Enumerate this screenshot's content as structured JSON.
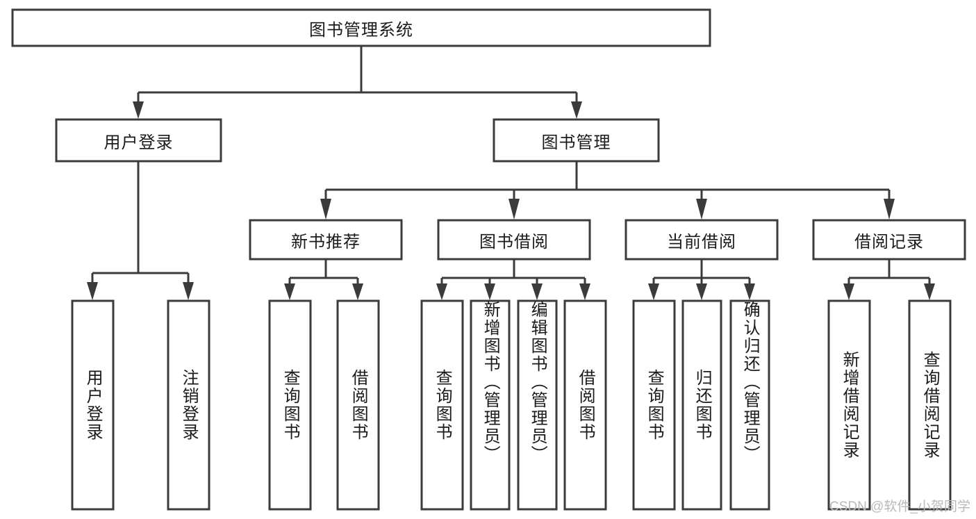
{
  "diagram": {
    "type": "tree",
    "title": "图书管理系统",
    "root": {
      "id": "root",
      "label": "图书管理系统",
      "orientation": "horizontal"
    },
    "level1": [
      {
        "id": "user-login",
        "label": "用户登录",
        "orientation": "horizontal"
      },
      {
        "id": "book-manage",
        "label": "图书管理",
        "orientation": "horizontal"
      }
    ],
    "level2": [
      {
        "id": "new-book-recommend",
        "label": "新书推荐",
        "orientation": "horizontal",
        "parent": "book-manage"
      },
      {
        "id": "book-borrow",
        "label": "图书借阅",
        "orientation": "horizontal",
        "parent": "book-manage"
      },
      {
        "id": "current-borrow",
        "label": "当前借阅",
        "orientation": "horizontal",
        "parent": "book-manage"
      },
      {
        "id": "borrow-record",
        "label": "借阅记录",
        "orientation": "horizontal",
        "parent": "book-manage"
      }
    ],
    "leaves": [
      {
        "id": "leaf-user-login",
        "label": "用户登录",
        "orientation": "vertical",
        "parent": "user-login"
      },
      {
        "id": "leaf-logout-login",
        "label": "注销登录",
        "orientation": "vertical",
        "parent": "user-login"
      },
      {
        "id": "leaf-query-book-1",
        "label": "查询图书",
        "orientation": "vertical",
        "parent": "new-book-recommend"
      },
      {
        "id": "leaf-borrow-book-1",
        "label": "借阅图书",
        "orientation": "vertical",
        "parent": "new-book-recommend"
      },
      {
        "id": "leaf-query-book-2",
        "label": "查询图书",
        "orientation": "vertical",
        "parent": "book-borrow"
      },
      {
        "id": "leaf-add-book",
        "label": "新增图书（管理员）",
        "orientation": "vertical",
        "parent": "book-borrow"
      },
      {
        "id": "leaf-edit-book",
        "label": "编辑图书（管理员）",
        "orientation": "vertical",
        "parent": "book-borrow"
      },
      {
        "id": "leaf-borrow-book-2",
        "label": "借阅图书",
        "orientation": "vertical",
        "parent": "book-borrow"
      },
      {
        "id": "leaf-query-book-3",
        "label": "查询图书",
        "orientation": "vertical",
        "parent": "current-borrow"
      },
      {
        "id": "leaf-return-book",
        "label": "归还图书",
        "orientation": "vertical",
        "parent": "current-borrow"
      },
      {
        "id": "leaf-confirm-return",
        "label": "确认归还（管理员）",
        "orientation": "vertical",
        "parent": "current-borrow"
      },
      {
        "id": "leaf-add-record",
        "label": "新增借阅记录",
        "orientation": "vertical",
        "parent": "borrow-record"
      },
      {
        "id": "leaf-query-record",
        "label": "查询借阅记录",
        "orientation": "vertical",
        "parent": "borrow-record"
      }
    ],
    "colors": {
      "stroke": "#3b3b3b",
      "fill": "#ffffff",
      "text": "#1a1a1a",
      "background": "#ffffff",
      "watermark": "#b9b9b9"
    }
  },
  "watermark": {
    "text": "CSDN @软件_小贺同学"
  }
}
